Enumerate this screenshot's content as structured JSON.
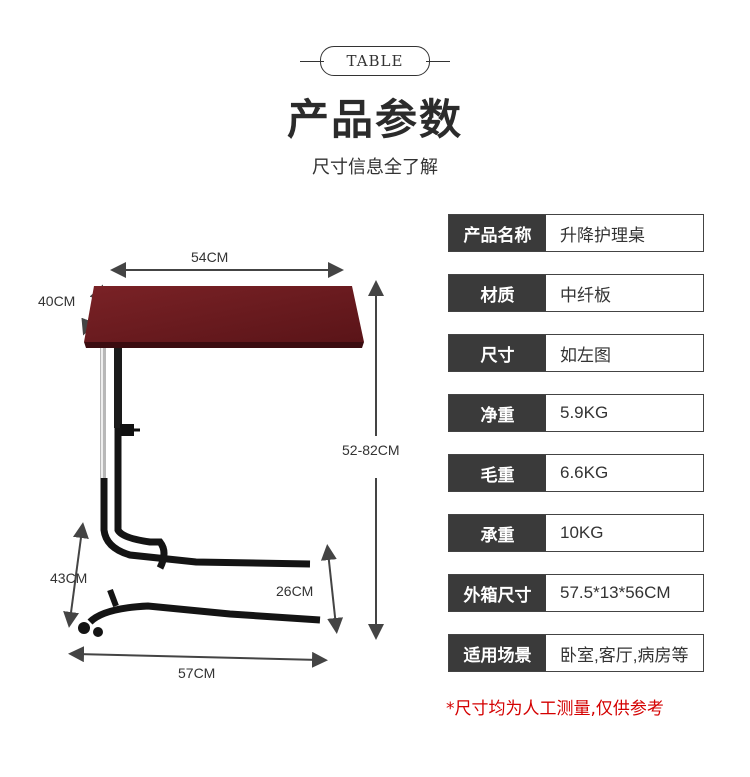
{
  "header": {
    "tag": "TABLE",
    "title": "产品参数",
    "subtitle": "尺寸信息全了解"
  },
  "dimensions": {
    "top_width": "54CM",
    "top_depth": "40CM",
    "height_range": "52-82CM",
    "base_height": "43CM",
    "leg_gap": "26CM",
    "base_width": "57CM"
  },
  "specs": [
    {
      "key": "产品名称",
      "value": "升降护理桌"
    },
    {
      "key": "材质",
      "value": "中纤板"
    },
    {
      "key": "尺寸",
      "value": "如左图"
    },
    {
      "key": "净重",
      "value": "5.9KG"
    },
    {
      "key": "毛重",
      "value": "6.6KG"
    },
    {
      "key": "承重",
      "value": "10KG"
    },
    {
      "key": "外箱尺寸",
      "value": "57.5*13*56CM"
    },
    {
      "key": "适用场景",
      "value": "卧室,客厅,病房等"
    }
  ],
  "note": "*尺寸均为人工测量,仅供参考",
  "colors": {
    "table_top": "#6b1b1f",
    "spec_key_bg": "#3a3a3a",
    "note_red": "#d40000"
  }
}
